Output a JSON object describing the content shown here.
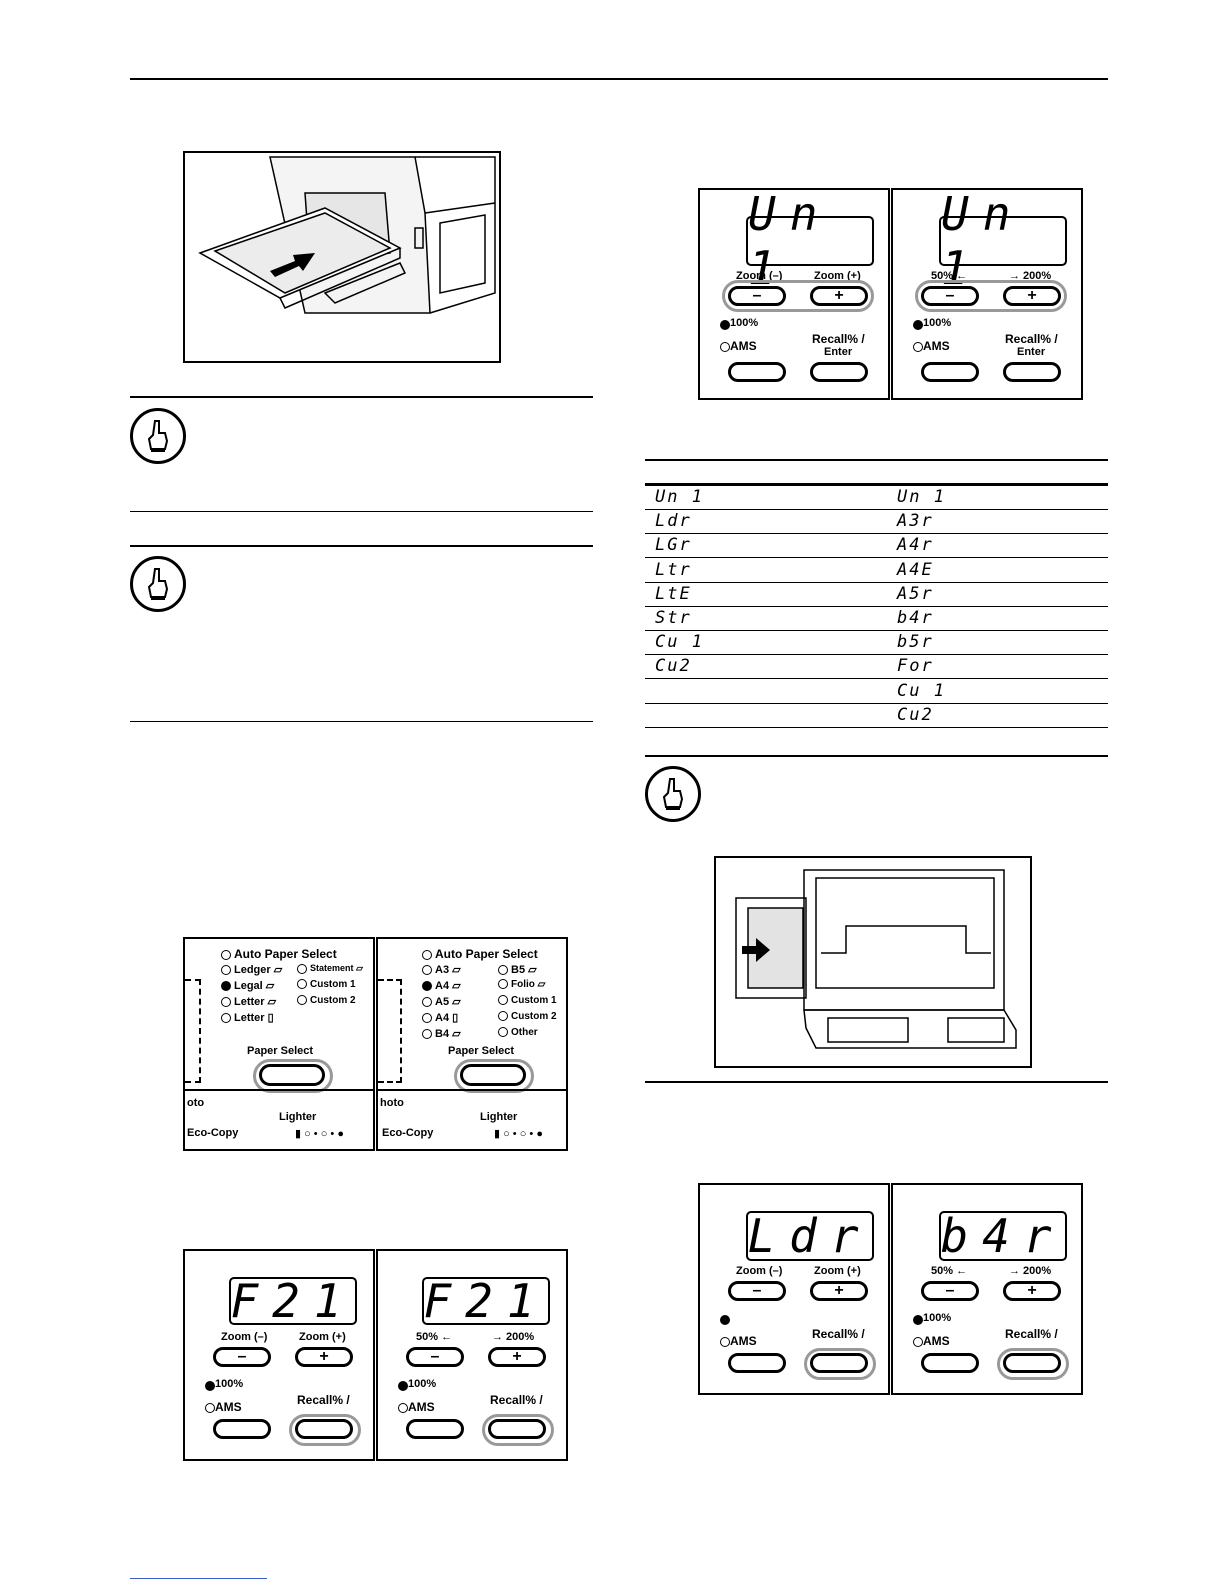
{
  "panel_zoom": {
    "lcd_top": "Un 1",
    "zoom_minus_label": "Zoom (–)",
    "zoom_plus_label": "Zoom (+)",
    "zoom_minus_label_metric": "50% ←",
    "zoom_plus_label_metric": "→ 200%",
    "minus_symbol": "–",
    "plus_symbol": "+",
    "pct_100": "100%",
    "ams": "AMS",
    "recall": "Recall% /",
    "enter": "Enter"
  },
  "panel_f21": {
    "lcd": "F21"
  },
  "panel_ldr": {
    "lcd_left": "Ldr",
    "lcd_right": "b4r"
  },
  "size_table": {
    "rows": [
      [
        "Un 1",
        "Un 1"
      ],
      [
        "Ldr",
        "A3r"
      ],
      [
        "LGr",
        "A4r"
      ],
      [
        "Ltr",
        "A4E"
      ],
      [
        "LtE",
        "A5r"
      ],
      [
        "Str",
        "b4r"
      ],
      [
        "Cu 1",
        "b5r"
      ],
      [
        "Cu2",
        "For"
      ],
      [
        "",
        "Cu 1"
      ],
      [
        "",
        "Cu2"
      ]
    ]
  },
  "paper_select_left": {
    "auto": "Auto Paper Select",
    "col1": [
      "Ledger",
      "Legal",
      "Letter",
      "Letter"
    ],
    "col2": [
      "Statement",
      "Custom 1",
      "Custom 2"
    ],
    "button": "Paper Select",
    "photo": "oto",
    "lighter": "Lighter",
    "eco": "Eco-Copy"
  },
  "paper_select_right": {
    "auto": "Auto Paper Select",
    "col1": [
      "A3",
      "A4",
      "A5",
      "A4",
      "B4"
    ],
    "col2": [
      "B5",
      "Folio",
      "Custom 1",
      "Custom 2",
      "Other"
    ],
    "button": "Paper Select",
    "photo": "hoto",
    "lighter": "Lighter",
    "eco": "Eco-Copy"
  }
}
